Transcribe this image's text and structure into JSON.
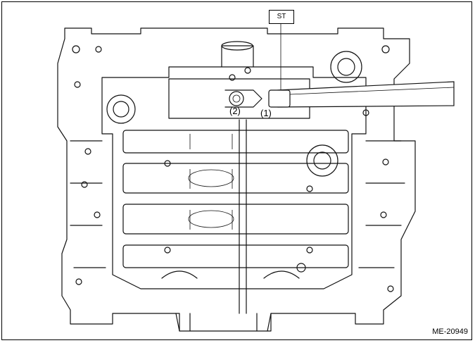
{
  "figure": {
    "tool_label": "ST",
    "callout_1": "(1)",
    "callout_2": "(2)",
    "figure_id": "ME-20949"
  }
}
